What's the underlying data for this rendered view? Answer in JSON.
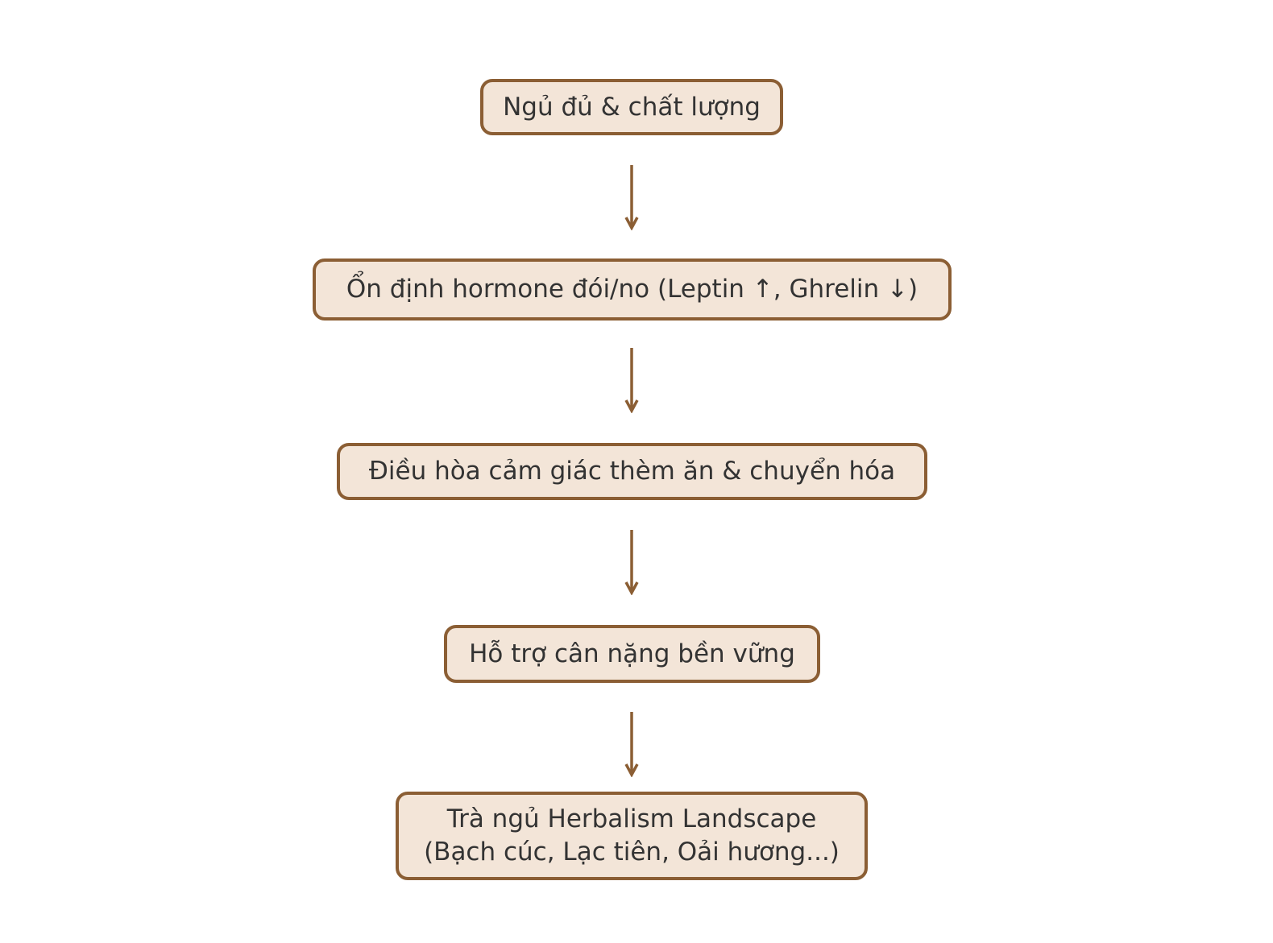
{
  "nodes": [
    {
      "label": "Ngủ đủ & chất lượng"
    },
    {
      "label": "Ổn định hormone đói/no (Leptin ↑, Ghrelin ↓)"
    },
    {
      "label": "Điều hòa cảm giác thèm ăn & chuyển hóa"
    },
    {
      "label": "Hỗ trợ cân nặng bền vững"
    },
    {
      "label_line1": "Trà ngủ Herbalism Landscape",
      "label_line2": "(Bạch cúc, Lạc tiên, Oải hương...)"
    }
  ],
  "colors": {
    "border": "#8B5E34",
    "fill": "#F3E5D8",
    "text": "#333333",
    "arrow": "#8B5E34"
  }
}
